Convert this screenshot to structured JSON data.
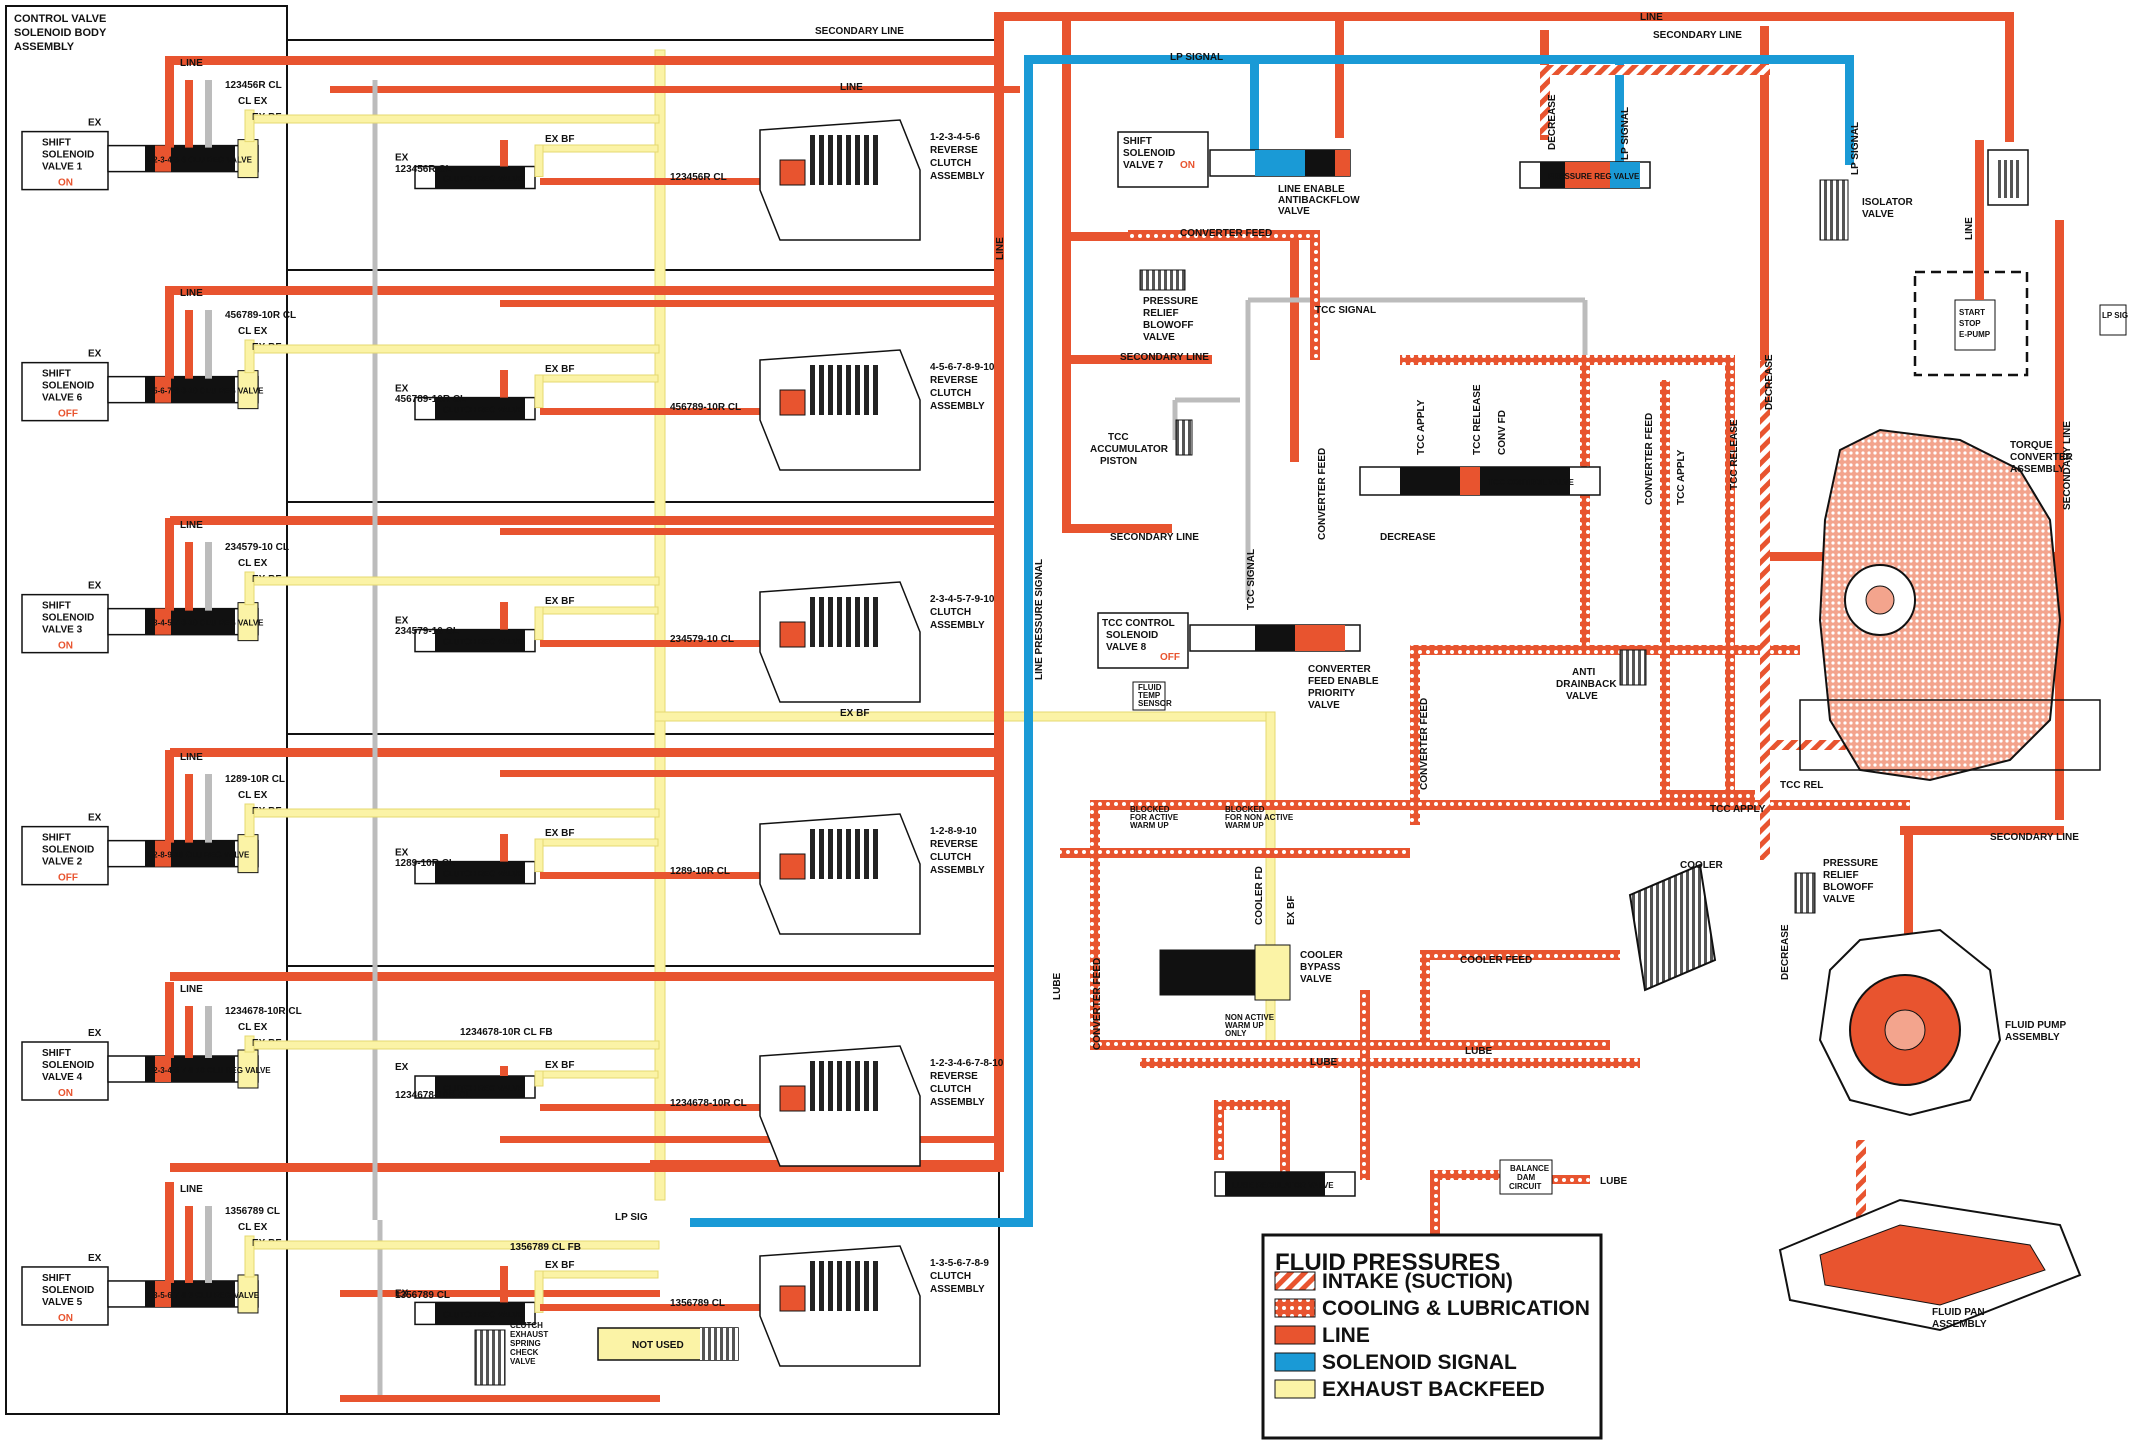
{
  "colors": {
    "line": "#e8542f",
    "solenoid_signal": "#1a9ad6",
    "exhaust_backfeed": "#fbf3a6",
    "exhaust_backfeed_stroke": "#e6d870",
    "exhaust_path": "#cfcfcf",
    "cooling": "#e8542f",
    "intake": "#e8542f"
  },
  "body_assembly_label": [
    "CONTROL VALVE",
    "SOLENOID BODY",
    "ASSEMBLY"
  ],
  "solenoids": [
    {
      "name": [
        "SHIFT",
        "SOLENOID",
        "VALVE 1"
      ],
      "state": "ON",
      "valve": "1-2-3-4-5-6 CLU REG VALVE",
      "feed": "123456R CL",
      "clutch": [
        "1-2-3-4-5-6",
        "REVERSE",
        "CLUTCH",
        "ASSEMBLY"
      ]
    },
    {
      "name": [
        "SHIFT",
        "SOLENOID",
        "VALVE 6"
      ],
      "state": "OFF",
      "valve": "4-5-6-7-8-9-10 CLU REG VALVE",
      "feed": "456789-10R CL",
      "clutch": [
        "4-5-6-7-8-9-10",
        "REVERSE",
        "CLUTCH",
        "ASSEMBLY"
      ]
    },
    {
      "name": [
        "SHIFT",
        "SOLENOID",
        "VALVE 3"
      ],
      "state": "ON",
      "valve": "2-3-4-5-7-9-10 CLU REG VALVE",
      "feed": "234579-10 CL",
      "clutch": [
        "2-3-4-5-7-9-10",
        "CLUTCH",
        "ASSEMBLY"
      ]
    },
    {
      "name": [
        "SHIFT",
        "SOLENOID",
        "VALVE 2"
      ],
      "state": "OFF",
      "valve": "1-2-8-9-10 CLU REG VALVE",
      "feed": "1289-10R CL",
      "clutch": [
        "1-2-8-9-10",
        "REVERSE",
        "CLUTCH",
        "ASSEMBLY"
      ]
    },
    {
      "name": [
        "SHIFT",
        "SOLENOID",
        "VALVE 4"
      ],
      "state": "ON",
      "valve": "1-2-3-4-6-7-8-10 CLU REG VALVE",
      "feed": "1234678-10R CL",
      "clutch": [
        "1-2-3-4-6-7-8-10",
        "REVERSE",
        "CLUTCH",
        "ASSEMBLY"
      ]
    },
    {
      "name": [
        "SHIFT",
        "SOLENOID",
        "VALVE 5"
      ],
      "state": "ON",
      "valve": "1-3-5-6-7-8-9 CLU REG VALVE",
      "feed": "1356789 CL",
      "clutch": [
        "1-3-5-6-7-8-9",
        "CLUTCH",
        "ASSEMBLY"
      ]
    }
  ],
  "row_lines": {
    "line": "LINE",
    "cl_ex": "CL EX",
    "ex_bf": "EX BF",
    "ex": "EX",
    "clutch_reg_valve": "CLUTCH REG VALVE",
    "f8_1234678": "1234678-10R CL FB",
    "f8_1356789": "1356789 CL FB",
    "ex_bf_feed": "EX BF"
  },
  "top": {
    "secondary_line": "SECONDARY LINE",
    "lp_signal": "LP SIGNAL",
    "line": "LINE",
    "converter_feed": "CONVERTER FEED",
    "tcc_signal": "TCC SIGNAL",
    "line_pressure_signal": "LINE PRESSURE SIGNAL",
    "decrease": "DECREASE",
    "lp_signal_v": "LP SIGNAL",
    "tcc_apply": "TCC APPLY",
    "tcc_release": "TCC RELEASE",
    "conv_fd": "CONV FD",
    "tcc_rel": "TCC REL",
    "lube": "LUBE",
    "cooler_fd": "COOLER FD",
    "cooler_feed": "COOLER FEED",
    "ex": "EX",
    "lp_sig": "LP SIG",
    "not_used": "NOT USED",
    "lp_sig_right": "LP SIG"
  },
  "components": {
    "ssv7": [
      "SHIFT",
      "SOLENOID",
      "VALVE 7"
    ],
    "ssv7_state": "ON",
    "line_enable": [
      "LINE ENABLE",
      "ANTIBACKFLOW",
      "VALVE"
    ],
    "pressure_reg": "PRESSURE REG VALVE",
    "isolator": [
      "ISOLATOR",
      "VALVE"
    ],
    "estop": [
      "START",
      "STOP",
      "E-PUMP"
    ],
    "prv_top": [
      "PRESSURE",
      "RELIEF",
      "BLOWOFF",
      "VALVE"
    ],
    "tcc_acc": [
      "TCC",
      "ACCUMULATOR",
      "PISTON"
    ],
    "tcc_control": "TCC CONTROL VALVE",
    "tcc_sol": [
      "TCC CONTROL",
      "SOLENOID",
      "VALVE 8"
    ],
    "tcc_sol_state": "OFF",
    "conv_feed_enable": [
      "CONVERTER",
      "FEED ENABLE",
      "PRIORITY",
      "VALVE"
    ],
    "anti_drainback": [
      "ANTI",
      "DRAINBACK",
      "VALVE"
    ],
    "torque_converter": [
      "TORQUE",
      "CONVERTER",
      "ASSEMBLY"
    ],
    "fluid_temp": [
      "FLUID",
      "TEMP",
      "SENSOR"
    ],
    "cooler": "COOLER",
    "cooler_bypass": [
      "COOLER",
      "BYPASS",
      "VALVE"
    ],
    "blocked_active": [
      "BLOCKED",
      "FOR ACTIVE",
      "WARM UP"
    ],
    "blocked_nonactive": [
      "BLOCKED",
      "FOR NON ACTIVE",
      "WARM UP"
    ],
    "nonactive_only": [
      "NON ACTIVE",
      "WARM UP",
      "ONLY"
    ],
    "prv_bottom": [
      "PRESSURE",
      "RELIEF",
      "BLOWOFF",
      "VALVE"
    ],
    "fluid_pump": [
      "FLUID PUMP",
      "ASSEMBLY"
    ],
    "fluid_pan": [
      "FLUID PAN",
      "ASSEMBLY"
    ],
    "lube_reg": "LUBE REGULATOR VALVE",
    "balance_dam": [
      "BALANCE",
      "DAM",
      "CIRCUIT"
    ],
    "lube_out": "LUBE",
    "clutch_exhaust": [
      "CLUTCH",
      "EXHAUST",
      "SPRING",
      "CHECK",
      "VALVE"
    ]
  },
  "legend": {
    "title": "FLUID PRESSURES",
    "items": [
      {
        "key": "intake",
        "label": "INTAKE (SUCTION)"
      },
      {
        "key": "cooling",
        "label": "COOLING & LUBRICATION"
      },
      {
        "key": "line",
        "label": "LINE"
      },
      {
        "key": "solenoid",
        "label": "SOLENOID SIGNAL"
      },
      {
        "key": "exhaust",
        "label": "EXHAUST BACKFEED"
      }
    ]
  }
}
